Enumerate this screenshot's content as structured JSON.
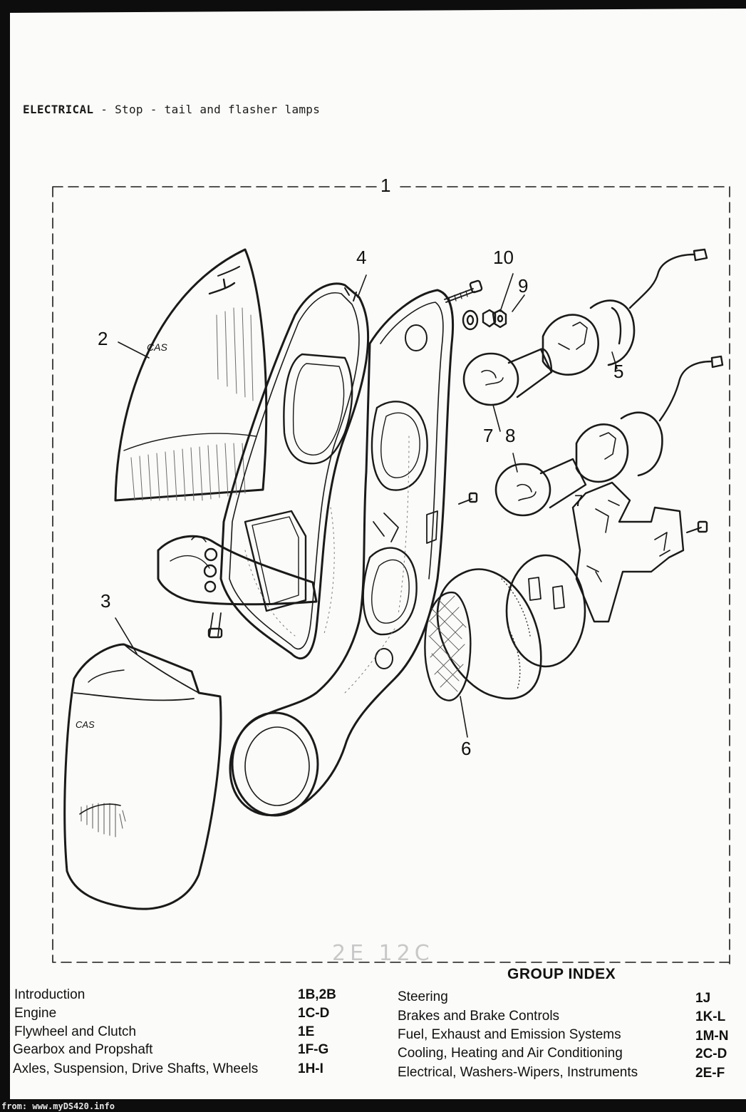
{
  "heading": {
    "bold": "ELECTRICAL",
    "rest": " - Stop - tail and flasher lamps"
  },
  "callouts": [
    "1",
    "2",
    "3",
    "4",
    "5",
    "6",
    "7",
    "7",
    "8",
    "9",
    "10"
  ],
  "lens_marks": [
    "CAS",
    "CAS"
  ],
  "pencil_note": "2E 12C",
  "group_index": {
    "title": "GROUP INDEX",
    "left": [
      {
        "label": "Introduction",
        "code": "1B,2B"
      },
      {
        "label": "Engine",
        "code": "1C-D"
      },
      {
        "label": "Flywheel and Clutch",
        "code": "1E"
      },
      {
        "label": "Gearbox and Propshaft",
        "code": "1F-G"
      },
      {
        "label": "Axles, Suspension, Drive Shafts, Wheels",
        "code": "1H-I"
      }
    ],
    "right": [
      {
        "label": "Steering",
        "code": "1J"
      },
      {
        "label": "Brakes and Brake Controls",
        "code": "1K-L"
      },
      {
        "label": "Fuel, Exhaust and Emission Systems",
        "code": "1M-N"
      },
      {
        "label": "Cooling, Heating and Air Conditioning",
        "code": "2C-D"
      },
      {
        "label": "Electrical, Washers-Wipers, Instruments",
        "code": "2E-F"
      }
    ]
  },
  "footer": "from: www.myDS420.info"
}
